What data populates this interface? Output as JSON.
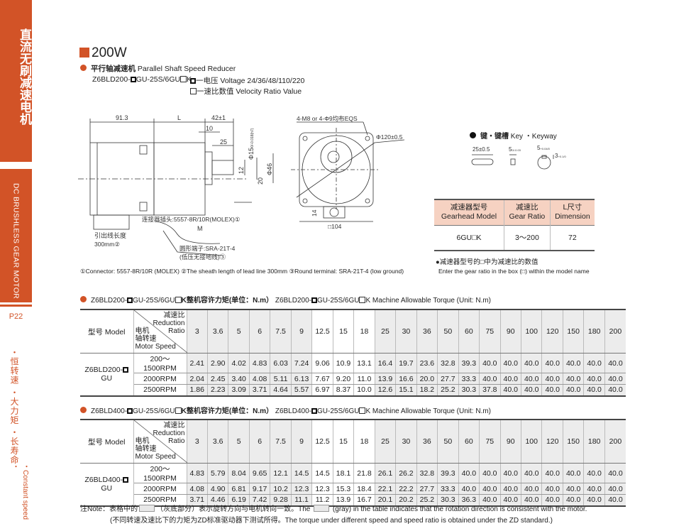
{
  "sidebar": {
    "title_cn": "直流无刷减速电机",
    "title_en": "DC BRUSHLESS GEAR MOTOR",
    "page": "P22",
    "features_cn": "・恒转速 ・大力矩 ・长寿命",
    "features_en": "・Constant speed ・"
  },
  "header": {
    "power": "200W",
    "subtitle_cn": "平行轴减速机",
    "subtitle_en": "Parallel Shaft Speed Reducer",
    "model_a": "Z6BLD200-",
    "model_b": "GU-25S/6GU",
    "model_c": "K",
    "voltage_cn": "一电压",
    "voltage_en": "Voltage 24/36/48/110/220",
    "ratio_cn": "一速比数值",
    "ratio_en": "Velocity Ratio Value"
  },
  "drawing": {
    "dim_913": "91.3",
    "dim_L": "L",
    "dim_42": "42±1",
    "dim_10": "10",
    "dim_25": "25",
    "dim_phi15": "Φ15",
    "dim_phi15_tol": "0/-0.018(h7)",
    "dim_12": "12",
    "dim_20": "20",
    "dim_phi46": "Φ46",
    "connector_cn": "连接器插头:5557-8R/10R(MOLEX)①",
    "M": "M",
    "lead_cn": "引出线长度",
    "lead_len": "300mm②",
    "terminal_cn": "圆形端子:SRA-21T-4",
    "terminal_cn2": "(低压无接地线)③",
    "holes": "4-M8 or 4-Φ9均布EQS",
    "phi120": "Φ120±0.5",
    "dim_14": "14",
    "dim_104": "□104",
    "footnote": "①Connector: 5557-8R/10R (MOLEX)  ②The sheath length of lead line 300mm  ③Round terminal: SRA-21T-4  (low ground)"
  },
  "key": {
    "title_cn": "键・键槽",
    "title_en": "Key ・Keyway",
    "k1": "25±0.5",
    "k2": "5",
    "k2_tol": "0/-0.03",
    "k3": "5",
    "k3_tol": "+0.04/0",
    "k4": "3",
    "k4_tol": "+0.1/0"
  },
  "gearhead": {
    "headers": [
      {
        "cn": "减速器型号",
        "en": "Gearhead Model"
      },
      {
        "cn": "减速比",
        "en": "Gear Ratio"
      },
      {
        "cn": "L尺寸",
        "en": "Dimension"
      }
    ],
    "row": [
      "6GU□K",
      "3～200",
      "72"
    ],
    "note_cn": "●减速器型号的□中为减速比的数值",
    "note_en": "Enter the gear ratio in the box (□) within the model name"
  },
  "ratios": [
    "3",
    "3.6",
    "5",
    "6",
    "7.5",
    "9",
    "12.5",
    "15",
    "18",
    "25",
    "30",
    "36",
    "50",
    "60",
    "75",
    "90",
    "100",
    "120",
    "150",
    "180",
    "200"
  ],
  "gray_columns": [
    0,
    1,
    2,
    3,
    4,
    5,
    9,
    10,
    11,
    12,
    13,
    14,
    15,
    16,
    17,
    18,
    19,
    20
  ],
  "diag": {
    "model": "型号 Model",
    "r_cn": "减速比",
    "r_en1": "Reduction",
    "r_en2": "Ratio",
    "s_cn1": "电机",
    "s_cn2": "轴转速",
    "s_en": "Motor Speed"
  },
  "tables": [
    {
      "title_a": "Z6BLD200-",
      "title_b": "GU-25S/6GU",
      "title_c": "K整机容许力矩(单位：N.m）",
      "title_d": " Z6BLD200-",
      "title_e": "GU-25S/6GU",
      "title_f": "K Machine Allowable Torque  (Unit: N.m)",
      "model_a": "Z6BLD200-",
      "model_b": "GU",
      "rows": [
        {
          "speed": "200～1500RPM",
          "values": [
            "2.41",
            "2.90",
            "4.02",
            "4.83",
            "6.03",
            "7.24",
            "9.06",
            "10.9",
            "13.1",
            "16.4",
            "19.7",
            "23.6",
            "32.8",
            "39.3",
            "40.0",
            "40.0",
            "40.0",
            "40.0",
            "40.0",
            "40.0",
            "40.0"
          ]
        },
        {
          "speed": "2000RPM",
          "values": [
            "2.04",
            "2.45",
            "3.40",
            "4.08",
            "5.11",
            "6.13",
            "7.67",
            "9.20",
            "11.0",
            "13.9",
            "16.6",
            "20.0",
            "27.7",
            "33.3",
            "40.0",
            "40.0",
            "40.0",
            "40.0",
            "40.0",
            "40.0",
            "40.0"
          ]
        },
        {
          "speed": "2500RPM",
          "values": [
            "1.86",
            "2.23",
            "3.09",
            "3.71",
            "4.64",
            "5.57",
            "6.97",
            "8.37",
            "10.0",
            "12.6",
            "15.1",
            "18.2",
            "25.2",
            "30.3",
            "37.8",
            "40.0",
            "40.0",
            "40.0",
            "40.0",
            "40.0",
            "40.0"
          ]
        }
      ]
    },
    {
      "title_a": "Z6BLD400-",
      "title_b": "GU-25S/6GU",
      "title_c": "K整机容许力矩(单位：N.m）",
      "title_d": " Z6BLD400-",
      "title_e": "GU-25S/6GU",
      "title_f": "K Machine Allowable Torque  (Unit: N.m)",
      "model_a": "Z6BLD400-",
      "model_b": "GU",
      "rows": [
        {
          "speed": "200～1500RPM",
          "values": [
            "4.83",
            "5.79",
            "8.04",
            "9.65",
            "12.1",
            "14.5",
            "14.5",
            "18.1",
            "21.8",
            "26.1",
            "26.2",
            "32.8",
            "39.3",
            "40.0",
            "40.0",
            "40.0",
            "40.0",
            "40.0",
            "40.0",
            "40.0",
            "40.0"
          ]
        },
        {
          "speed": "2000RPM",
          "values": [
            "4.08",
            "4.90",
            "6.81",
            "9.17",
            "10.2",
            "12.3",
            "12.3",
            "15.3",
            "18.4",
            "22.1",
            "22.2",
            "27.7",
            "33.3",
            "40.0",
            "40.0",
            "40.0",
            "40.0",
            "40.0",
            "40.0",
            "40.0",
            "40.0"
          ]
        },
        {
          "speed": "2500RPM",
          "values": [
            "3.71",
            "4.46",
            "6.19",
            "7.42",
            "9.28",
            "11.1",
            "11.2",
            "13.9",
            "16.7",
            "20.1",
            "20.2",
            "25.2",
            "30.3",
            "36.3",
            "40.0",
            "40.0",
            "40.0",
            "40.0",
            "40.0",
            "40.0",
            "40.0"
          ]
        }
      ]
    }
  ],
  "note": {
    "l1a": "注Note：表格中的",
    "l1b": "（灰底部分）表示旋转方向与电机转向一致。The",
    "l1c": "(gray) in the table indicates that the rotation direction is consistent with the motor.",
    "l2": "(不同转速及速比下的力矩为ZD标准驱动器下测试所得。The torque under different speed and speed ratio is obtained under the ZD standard.)"
  },
  "colors": {
    "accent": "#d25327",
    "pink": "#f6d2c2",
    "gray": "#ececec"
  }
}
